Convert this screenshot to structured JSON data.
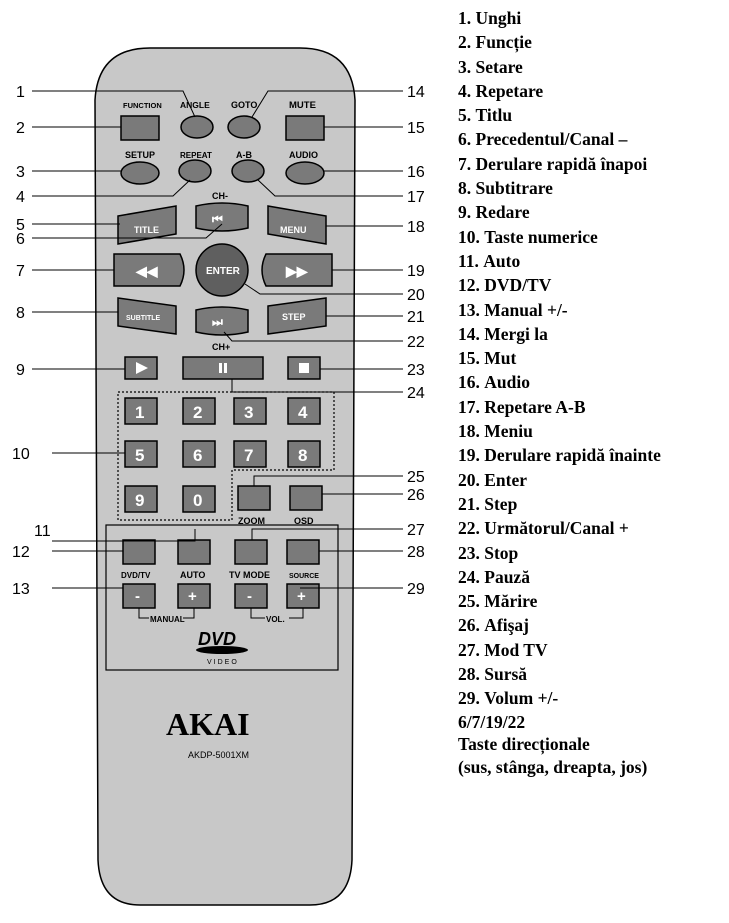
{
  "remote": {
    "brand": "AKAI",
    "model": "AKDP-5001XM",
    "logo_text": "DVD",
    "logo_sub": "VIDEO",
    "buttons": {
      "function": "FUNCTION",
      "angle": "ANGLE",
      "goto": "GOTO",
      "mute": "MUTE",
      "setup": "SETUP",
      "repeat": "REPEAT",
      "ab": "A-B",
      "audio": "AUDIO",
      "ch_minus": "CH-",
      "ch_plus": "CH+",
      "title": "TITLE",
      "menu": "MENU",
      "enter": "ENTER",
      "subtitle": "SUBTITLE",
      "step": "STEP",
      "zoom": "ZOOM",
      "osd": "OSD",
      "dvdtv": "DVD/TV",
      "auto": "AUTO",
      "tvmode": "TV MODE",
      "source": "SOURCE",
      "manual": "MANUAL",
      "vol": "VOL.",
      "minus": "-",
      "plus": "+"
    },
    "digits": [
      "1",
      "2",
      "3",
      "4",
      "5",
      "6",
      "7",
      "8",
      "9",
      "0"
    ],
    "callouts": [
      "1",
      "2",
      "3",
      "4",
      "5",
      "6",
      "7",
      "8",
      "9",
      "10",
      "11",
      "12",
      "13",
      "14",
      "15",
      "16",
      "17",
      "18",
      "19",
      "20",
      "21",
      "22",
      "23",
      "24",
      "25",
      "26",
      "27",
      "28",
      "29"
    ]
  },
  "legend": {
    "items": [
      {
        "num": "1.",
        "text": "Unghi"
      },
      {
        "num": "2.",
        "text": "Funcție"
      },
      {
        "num": "3.",
        "text": "Setare"
      },
      {
        "num": "4.",
        "text": "Repetare"
      },
      {
        "num": "5.",
        "text": "Titlu"
      },
      {
        "num": "6.",
        "text": "Precedentul/Canal –"
      },
      {
        "num": "7.",
        "text": "Derulare rapidă înapoi"
      },
      {
        "num": "8.",
        "text": "Subtitrare"
      },
      {
        "num": "9.",
        "text": "Redare"
      },
      {
        "num": "10.",
        "text": "Taste numerice"
      },
      {
        "num": "11.",
        "text": "Auto"
      },
      {
        "num": "12.",
        "text": "DVD/TV"
      },
      {
        "num": "13.",
        "text": "Manual +/-"
      },
      {
        "num": "14.",
        "text": "Mergi la"
      },
      {
        "num": "15.",
        "text": "Mut"
      },
      {
        "num": "16.",
        "text": "Audio"
      },
      {
        "num": "17.",
        "text": "Repetare A-B"
      },
      {
        "num": "18.",
        "text": "Meniu"
      },
      {
        "num": "19.",
        "text": "Derulare rapidă înainte"
      },
      {
        "num": "20.",
        "text": "Enter"
      },
      {
        "num": "21.",
        "text": "Step"
      },
      {
        "num": "22.",
        "text": "Următorul/Canal +"
      },
      {
        "num": "23.",
        "text": "Stop"
      },
      {
        "num": "24.",
        "text": "Pauză"
      },
      {
        "num": "25.",
        "text": "Mărire"
      },
      {
        "num": "26.",
        "text": "Afişaj"
      },
      {
        "num": "27.",
        "text": "Mod TV"
      },
      {
        "num": "28.",
        "text": "Sursă"
      },
      {
        "num": "29.",
        "text": "Volum +/-"
      }
    ],
    "note_keys": "6/7/19/22",
    "note_title": "Taste direcționale",
    "note_detail": "(sus, stânga, dreapta, jos)"
  },
  "colors": {
    "remote_body": "#c8c8c8",
    "button_fill": "#7a7a7a",
    "button_dark": "#5f5f5f",
    "outline": "#000000"
  }
}
